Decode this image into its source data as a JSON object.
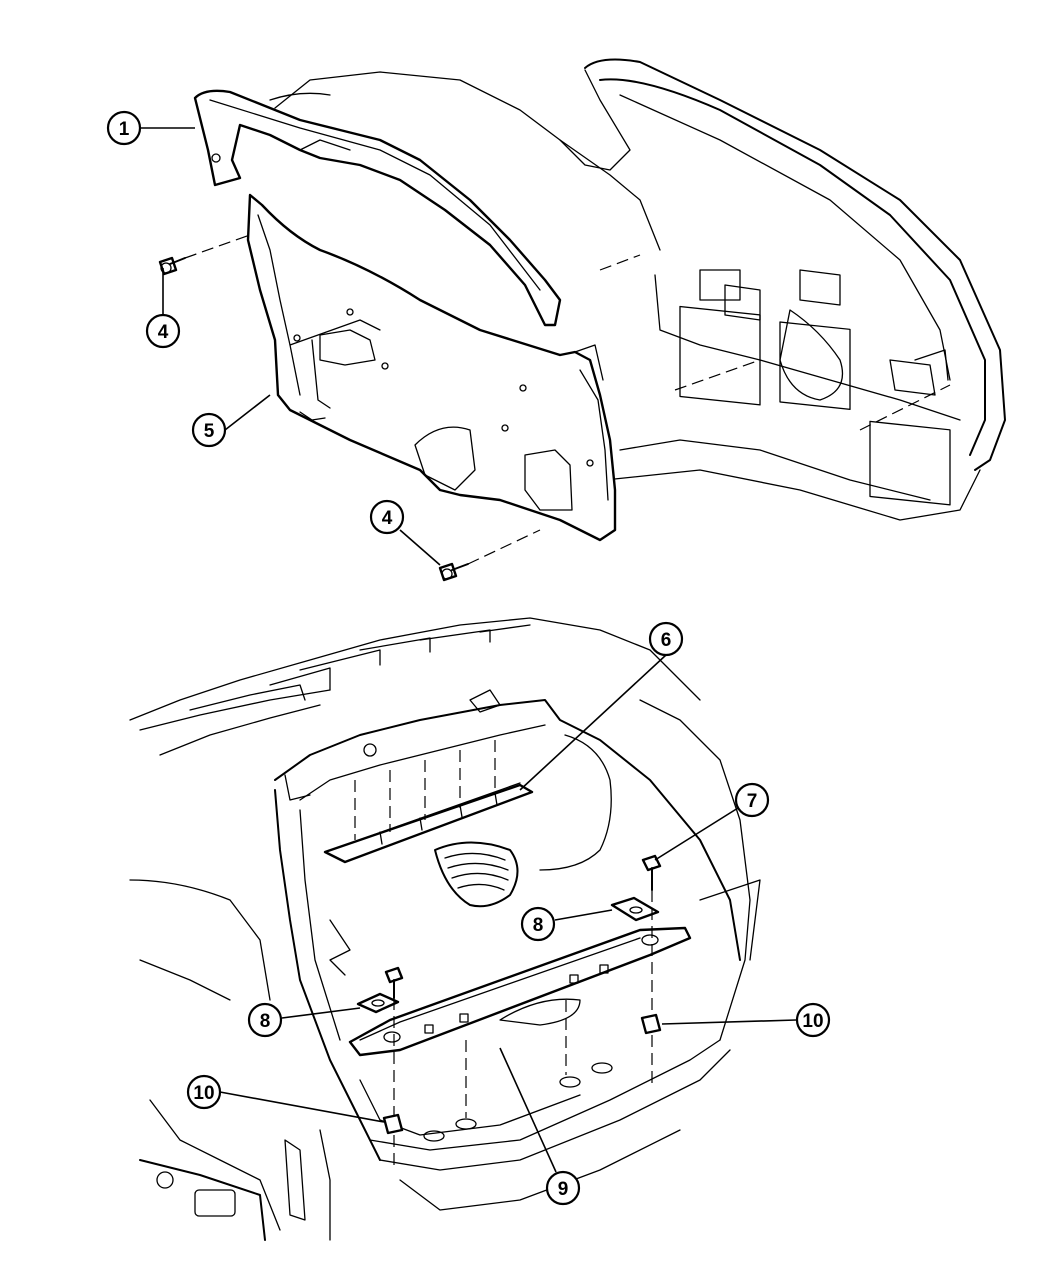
{
  "callouts": [
    {
      "label": "1"
    },
    {
      "label": "4"
    },
    {
      "label": "5"
    },
    {
      "label": "4"
    },
    {
      "label": "6"
    },
    {
      "label": "7"
    },
    {
      "label": "8"
    },
    {
      "label": "8"
    },
    {
      "label": "10"
    },
    {
      "label": "10"
    },
    {
      "label": "9"
    }
  ]
}
